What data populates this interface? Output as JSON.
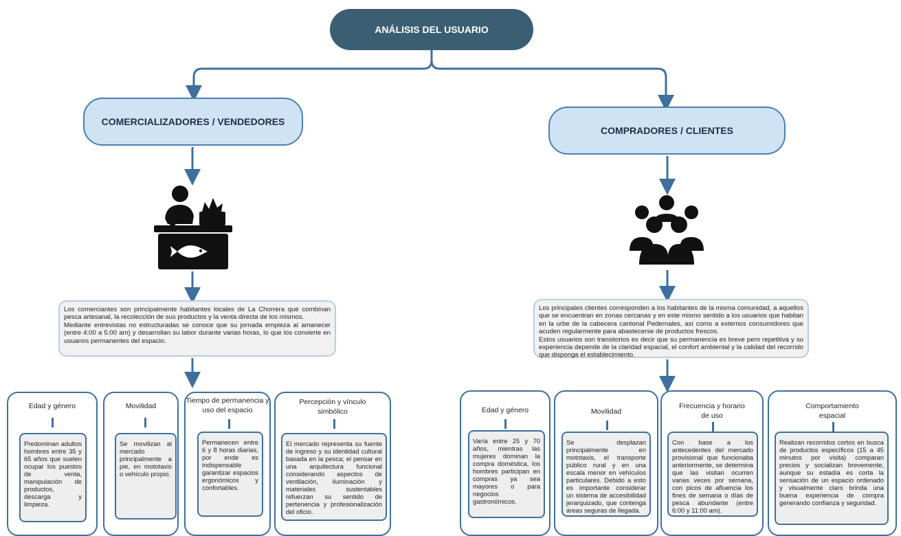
{
  "root": {
    "title": "ANÁLISIS DEL USUARIO"
  },
  "left": {
    "category": "COMERCIALIZADORES / VENDEDORES",
    "icon": "fish-vendor-icon",
    "description": [
      "Los comerciantes son principalmente habitantes locales de La Chorrera que combinan pesca artesanal, la recolección de sus productos y la venta directa de los mismos.",
      "Mediante entrevistas no estructuradas se conoce que su jornada empieza al amanecer (entre 4:00 a 5:00 am) y desarrollan su labor durante varias horas, lo que los convierte en usuarios permanentes del espacio."
    ],
    "cards": [
      {
        "title": "Edad y género",
        "text": "Predominan adultos hombres entre 35 y 65 años que suelen ocupar los puestos de venta, manipulación de productos, descarga y limpieza."
      },
      {
        "title": "Movilidad",
        "text": "Se movilizan al mercado principalmente a pie, en mototaxis o vehículo propio."
      },
      {
        "title": "Tiempo de permanencia y uso del espacio",
        "text": "Permanecen entre 6 y 8 horas diarias, por ende es indispensable garantizar espacios ergonómicos y confortables."
      },
      {
        "title": "Percepción y vínculo simbólico",
        "text": "El mercado representa su fuente de ingreso y su identidad cultural basada en la pesca; el pensar en una arquitectura funcional considerando aspectos de ventilación, iluminación y materiales sustentables refuerzan su sentido de pertenencia y profesionalización del oficio."
      }
    ]
  },
  "right": {
    "category": "COMPRADORES / CLIENTES",
    "icon": "people-group-icon",
    "description": [
      "Los principales clientes corresponden a los habitantes de la misma comunidad, a aquellos que se encuentran en zonas cercanas y en este mismo sentido a los usuarios que habitan en la urbe de la cabecera cantonal Pedernales, así como a externos consumidores que acuden regularmente para abastecerse de productos frescos.",
      "Estos usuarios son transitorios es decir que su permanencia es breve pero repetitiva y su experiencia depende de la claridad espacial, el confort ambiental y la calidad del recorrido que disponga el establecimiento."
    ],
    "cards": [
      {
        "title": "Edad y género",
        "text": "Varía entre 25 y 70 años, mientras las mujeres dominan la compra doméstica, los hombres participan en compras ya sea mayores o para negocios gastronómicos."
      },
      {
        "title": "Movilidad",
        "text": "Se desplazan principalmente en mototaxis, el transporte público rural y en una escala menor en vehículos particulares. Debido a esto es importante considerar un sistema de accesibilidad jerarquizado, que contenga áreas seguras de llegada."
      },
      {
        "title": "Frecuencia y horario de uso",
        "text": "Con base a los antecedentes del mercado provisional que funcionaba anteriormente, se determina que las visitan ocurren varias veces por semana, con picos de afluencia los fines de semana o días de pesca abundante (entre 6:00 y 11:00 am)."
      },
      {
        "title": "Comportamiento espacial",
        "text": "Realizan recorridos cortos en busca de productos específicos (15 a 45 minutos por visita) comparan precios y socializan brevemente, aunque su estadía es corta la sensación de un espacio ordenado y visualmente claro brinda una buena experiencia de compra generando confianza y seguridad."
      }
    ]
  },
  "colors": {
    "root": "#3c5e72",
    "category_fill": "#cfe3f5",
    "connector": "#3f6f9e"
  }
}
